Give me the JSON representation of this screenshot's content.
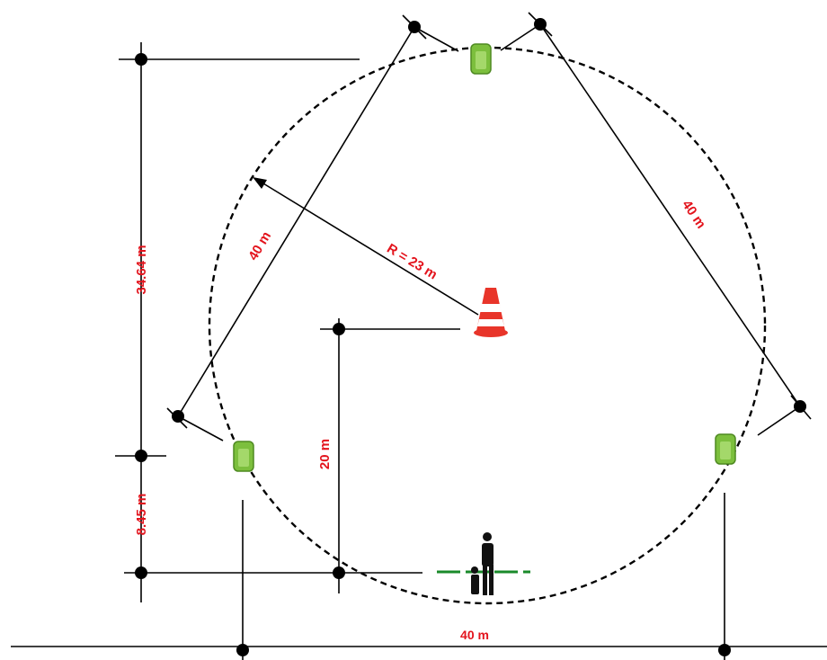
{
  "labels": {
    "side_left": "40 m",
    "side_right": "40 m",
    "radius": "R = 23 m",
    "height_total": "34.64 m",
    "height_lower": "8.45 m",
    "height_center": "20 m",
    "base_width": "40 m"
  },
  "icons": {
    "center": "traffic-cone-icon",
    "vertices": "green-box-icon",
    "start": "person-silhouette-icon"
  },
  "colors": {
    "label": "#e3141d",
    "lines": "#000000",
    "box_green": "#7cbf3d",
    "cone_red": "#e8352a",
    "start_line": "#1a8a2a"
  }
}
